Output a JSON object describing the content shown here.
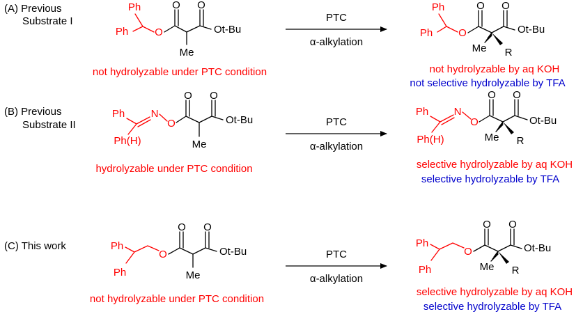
{
  "rows": [
    {
      "label_line1": "(A) Previous",
      "label_line2": "Substrate I",
      "condition_top": "PTC",
      "condition_bottom": "α-alkylation",
      "left_note": "not hydrolyzable under PTC condition",
      "right_note_1": "not hydrolyzable by aq KOH",
      "right_note_2": "not selective hydrolyzable by TFA"
    },
    {
      "label_line1": "(B) Previous",
      "label_line2": "Substrate II",
      "condition_top": "PTC",
      "condition_bottom": "α-alkylation",
      "left_note": "hydrolyzable under PTC condition",
      "right_note_1": "selective hydrolyzable by aq KOH",
      "right_note_2": "selective hydrolyzable by TFA"
    },
    {
      "label_line1": "(C) This work",
      "label_line2": "",
      "condition_top": "PTC",
      "condition_bottom": "α-alkylation",
      "left_note": "not hydrolyzable under PTC condition",
      "right_note_1": "selective hydrolyzable by aq KOH",
      "right_note_2": "selective hydrolyzable by TFA"
    }
  ],
  "atoms": {
    "ph": "Ph",
    "ph_h": "Ph(H)",
    "o": "O",
    "n": "N",
    "otbu": "Ot-Bu",
    "me": "Me",
    "r": "R"
  },
  "colors": {
    "ester_group": "#ff0000",
    "text": "#000000",
    "tfa_note": "#0000cc"
  }
}
